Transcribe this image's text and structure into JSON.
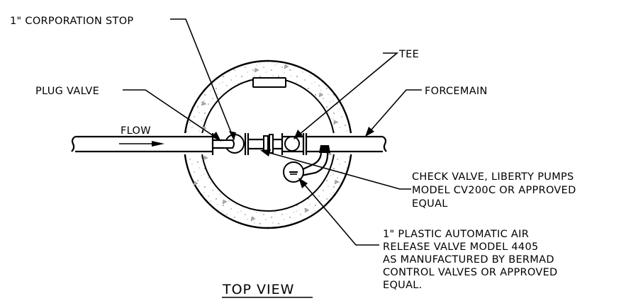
{
  "labels": {
    "corporation_stop": "1\" CORPORATION STOP",
    "tee": "TEE",
    "plug_valve": "PLUG VALVE",
    "forcemain": "FORCEMAIN",
    "flow": "FLOW",
    "check_valve": [
      "CHECK VALVE, LIBERTY PUMPS",
      "MODEL CV200C OR APPROVED",
      "EQUAL"
    ],
    "air_release_valve": [
      "1\" PLASTIC AUTOMATIC AIR",
      "RELEASE VALVE MODEL 4405",
      "AS MANUFACTURED BY BERMAD",
      "CONTROL VALVES OR APPROVED",
      "EQUAL."
    ],
    "view_title": "TOP VIEW"
  }
}
